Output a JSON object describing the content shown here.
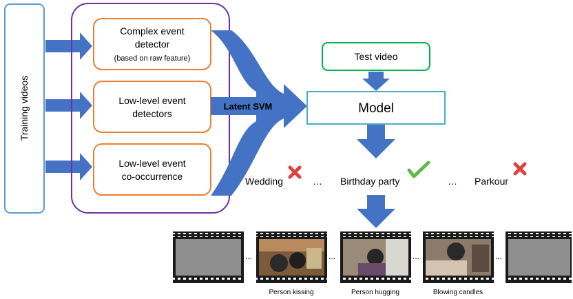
{
  "training": {
    "label": "Training videos"
  },
  "detectors": [
    {
      "line1": "Complex event",
      "line2": "detector",
      "line3": "(based on raw feature)"
    },
    {
      "line1": "Low-level event",
      "line2": "detectors"
    },
    {
      "line1": "Low-level event",
      "line2": "co-occurrence"
    }
  ],
  "latent_svm": "Latent SVM",
  "test_video": "Test video",
  "model": "Model",
  "classes": {
    "wedding": "Wedding",
    "birthday": "Birthday party",
    "parkour": "Parkour",
    "ellipsis": "…"
  },
  "frames": {
    "ellipsis": "...",
    "captions": [
      "Person kissing",
      "Person hugging",
      "Blowing candles"
    ]
  },
  "colors": {
    "arrow": "#4472c4",
    "training_border": "#5b9bd5",
    "group_border": "#7030a0",
    "detector_border": "#ed7d31",
    "test_border": "#00b050",
    "model_border": "#4bacc6",
    "cross": "#e04040",
    "check": "#5fb84a"
  }
}
